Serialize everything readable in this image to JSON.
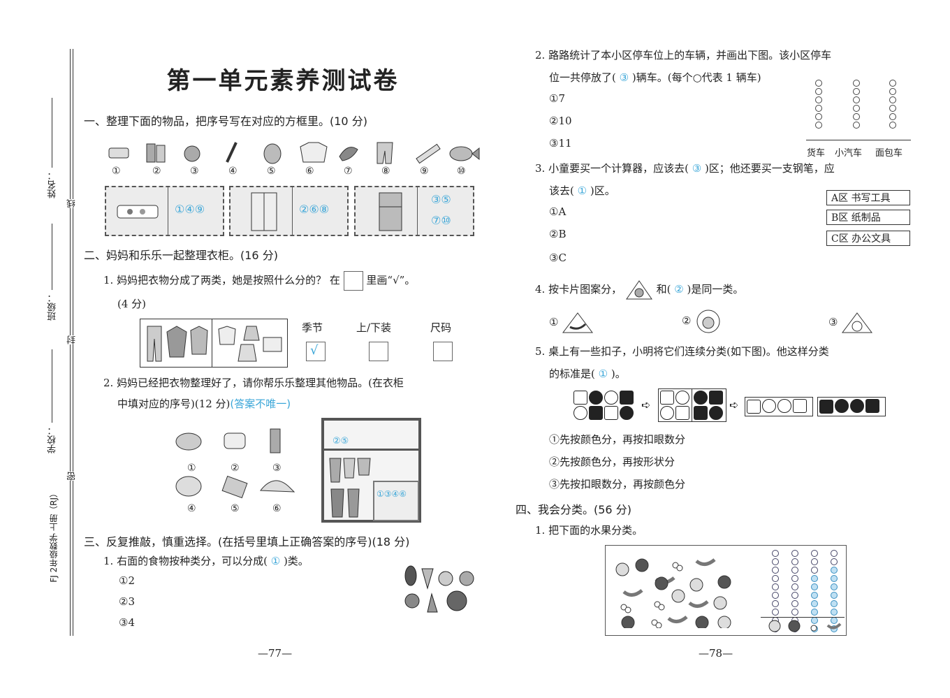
{
  "left_margin": {
    "name_label": "姓名：",
    "class_label": "班级：",
    "school_label": "学校：",
    "line_char": "线",
    "seal_char": "封",
    "secret_char": "密",
    "book_info": "FJ 2年级数学 上册（RJ）"
  },
  "title": "第一单元素养测试卷",
  "section1": {
    "heading": "一、整理下面的物品，把序号写在对应的方框里。(10 分)",
    "item_numbers": [
      "①",
      "②",
      "③",
      "④",
      "⑤",
      "⑥",
      "⑦",
      "⑧",
      "⑨",
      "⑩"
    ],
    "box_answers": [
      "①④⑨",
      "②⑥⑧",
      "③⑤",
      "⑦⑩"
    ]
  },
  "section2": {
    "heading": "二、妈妈和乐乐一起整理衣柜。(16 分)",
    "q1_text_a": "1. 妈妈把衣物分成了两类，她是按照什么分的？ 在",
    "q1_text_b": "里画“√”。",
    "q1_score": "(4 分)",
    "options": [
      "季节",
      "上/下装",
      "尺码"
    ],
    "check_mark": "√",
    "q2_line1": "2. 妈妈已经把衣物整理好了，请你帮乐乐整理其他物品。(在衣柜",
    "q2_line2": "中填对应的序号)(12 分)",
    "q2_note": "(答案不唯一)",
    "item_numbers": [
      "①",
      "②",
      "③",
      "④",
      "⑤",
      "⑥"
    ],
    "closet_top_answer": "②⑤",
    "closet_bottom_answer": "①③④⑥"
  },
  "section3": {
    "heading": "三、反复推敲，慎重选择。(在括号里填上正确答案的序号)(18 分)",
    "q1_pre": "1. 右面的食物按种类分，可以分成(",
    "q1_ans": "①",
    "q1_post": ")类。",
    "q1_options": [
      "①2",
      "②3",
      "③4"
    ],
    "q2_line1": "2. 路路统计了本小区停车位上的车辆，并画出下图。该小区停车",
    "q2_pre": "位一共停放了(",
    "q2_ans": "③",
    "q2_post": ")辆车。(每个○代表 1 辆车)",
    "q2_options": [
      "①7",
      "②10",
      "③11"
    ],
    "q2_chart_labels": [
      "货车",
      "小汽车",
      "面包车"
    ],
    "q3_line1_pre": "3. 小童要买一个计算器，应该去(",
    "q3_ans1": "③",
    "q3_line1_post": ")区；他还要买一支钢笔，应",
    "q3_line2_pre": "该去(",
    "q3_ans2": "①",
    "q3_line2_post": ")区。",
    "q3_options": [
      "①A",
      "②B",
      "③C"
    ],
    "q3_legend": [
      "A区  书写工具",
      "B区  纸制品",
      "C区  办公文具"
    ],
    "q4_pre": "4. 按卡片图案分，",
    "q4_mid": "和(",
    "q4_ans": "②",
    "q4_post": ")是同一类。",
    "q4_option_nums": [
      "①",
      "②",
      "③"
    ],
    "q5_line1": "5. 桌上有一些扣子，小明将它们连续分类(如下图)。他这样分类",
    "q5_pre": "的标准是(",
    "q5_ans": "①",
    "q5_post": ")。",
    "q5_options": [
      "①先按颜色分，再按扣眼数分",
      "②先按颜色分，再按形状分",
      "③先按扣眼数分，再按颜色分"
    ]
  },
  "section4": {
    "heading": "四、我会分类。(56 分)",
    "q1": "1. 把下面的水果分类。"
  },
  "page_numbers": [
    "—77—",
    "—78—"
  ]
}
